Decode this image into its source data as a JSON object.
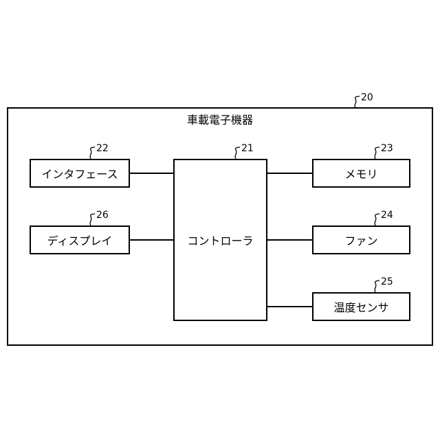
{
  "device": {
    "label": "車載電子機器",
    "ref": "20"
  },
  "controller": {
    "label": "コントローラ",
    "ref": "21"
  },
  "interface": {
    "label": "インタフェース",
    "ref": "22"
  },
  "display": {
    "label": "ディスプレイ",
    "ref": "26"
  },
  "memory": {
    "label": "メモリ",
    "ref": "23"
  },
  "fan": {
    "label": "ファン",
    "ref": "24"
  },
  "temp_sensor": {
    "label": "温度センサ",
    "ref": "25"
  }
}
